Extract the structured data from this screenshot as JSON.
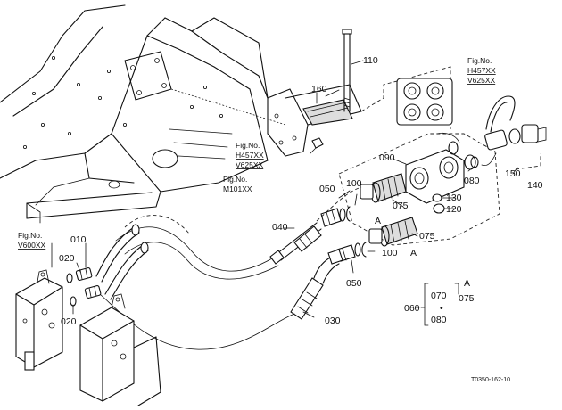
{
  "callouts": {
    "p010": "010",
    "p020a": "020",
    "p020b": "020",
    "p030": "030",
    "p040": "040",
    "p050a": "050",
    "p050b": "050",
    "p060": "060",
    "p070": "070",
    "p075a": "075",
    "p075b": "075",
    "p075c": "075",
    "p080a": "080",
    "p080b": "080",
    "p090": "090",
    "p100a": "100",
    "p100b": "100",
    "p110": "110",
    "p120": "120",
    "p130": "130",
    "p140": "140",
    "p150": "150",
    "p160": "160"
  },
  "markers": {
    "a1": "A",
    "a2": "A",
    "a3": "A",
    "dot": "•"
  },
  "figure_refs": {
    "f1": {
      "title": "Fig.No.",
      "line1": "H457XX",
      "line2": "V625XX"
    },
    "f2": {
      "title": "Fig.No.",
      "line1": "H457XX",
      "line2": "V625XX"
    },
    "f3": {
      "title": "Fig.No.",
      "line1": "M101XX"
    },
    "f4": {
      "title": "Fig.No.",
      "line1": "V600XX"
    }
  },
  "drawing_code": "T0350-162-10"
}
